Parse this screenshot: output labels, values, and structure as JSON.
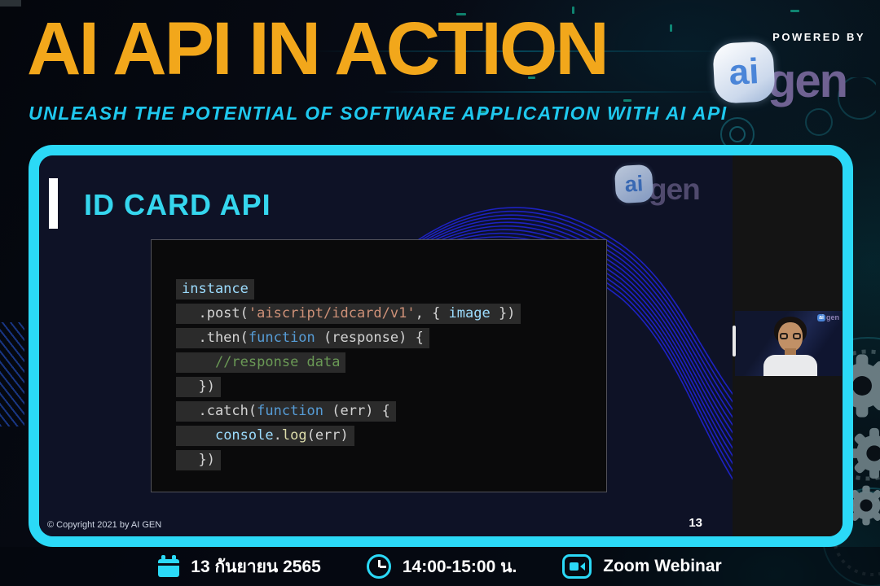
{
  "header": {
    "title": "AI API IN ACTION",
    "subtitle": "UNLEASH THE POTENTIAL OF SOFTWARE APPLICATION WITH AI API",
    "powered_by": "POWERED BY",
    "logo_ai": "ai",
    "logo_gen": "gen"
  },
  "slide": {
    "title": "ID CARD API",
    "logo_ai": "ai",
    "logo_gen": "gen",
    "copyright": "© Copyright 2021 by AI GEN",
    "page_number": "13",
    "code": {
      "palette": {
        "variable": "#9cdcfe",
        "plain": "#d4d4d4",
        "string": "#ce9178",
        "keyword": "#569cd6",
        "comment": "#6a9955",
        "method": "#dcdcaa"
      },
      "lines": [
        [
          {
            "t": "instance",
            "c": "variable"
          }
        ],
        [
          {
            "t": "  .post(",
            "c": "plain"
          },
          {
            "t": "'aiscript/idcard/v1'",
            "c": "string"
          },
          {
            "t": ", { ",
            "c": "plain"
          },
          {
            "t": "image",
            "c": "variable"
          },
          {
            "t": " })",
            "c": "plain"
          }
        ],
        [
          {
            "t": "  .then(",
            "c": "plain"
          },
          {
            "t": "function",
            "c": "keyword"
          },
          {
            "t": " (response) {",
            "c": "plain"
          }
        ],
        [
          {
            "t": "    ",
            "c": "plain"
          },
          {
            "t": "//response data",
            "c": "comment"
          }
        ],
        [
          {
            "t": "  })",
            "c": "plain"
          }
        ],
        [
          {
            "t": "  .catch(",
            "c": "plain"
          },
          {
            "t": "function",
            "c": "keyword"
          },
          {
            "t": " (err) {",
            "c": "plain"
          }
        ],
        [
          {
            "t": "    ",
            "c": "plain"
          },
          {
            "t": "console",
            "c": "variable"
          },
          {
            "t": ".",
            "c": "plain"
          },
          {
            "t": "log",
            "c": "method"
          },
          {
            "t": "(err)",
            "c": "plain"
          }
        ],
        [
          {
            "t": "  })",
            "c": "plain"
          }
        ]
      ]
    }
  },
  "video_panel": {
    "logo_ai": "ai",
    "logo_gen": "gen"
  },
  "footer": {
    "date": "13 กันยายน 2565",
    "time": "14:00-15:00 น.",
    "platform": "Zoom Webinar"
  },
  "colors": {
    "accent_cyan": "#2BD9F7",
    "title_yellow": "#F2A71B",
    "subtitle_cyan": "#1FC8EE",
    "slide_title_cyan": "#35D6EE",
    "wave_blue": "#1F25D4",
    "logo_blue": "#4A85D8",
    "logo_purple": "#6F6292"
  }
}
